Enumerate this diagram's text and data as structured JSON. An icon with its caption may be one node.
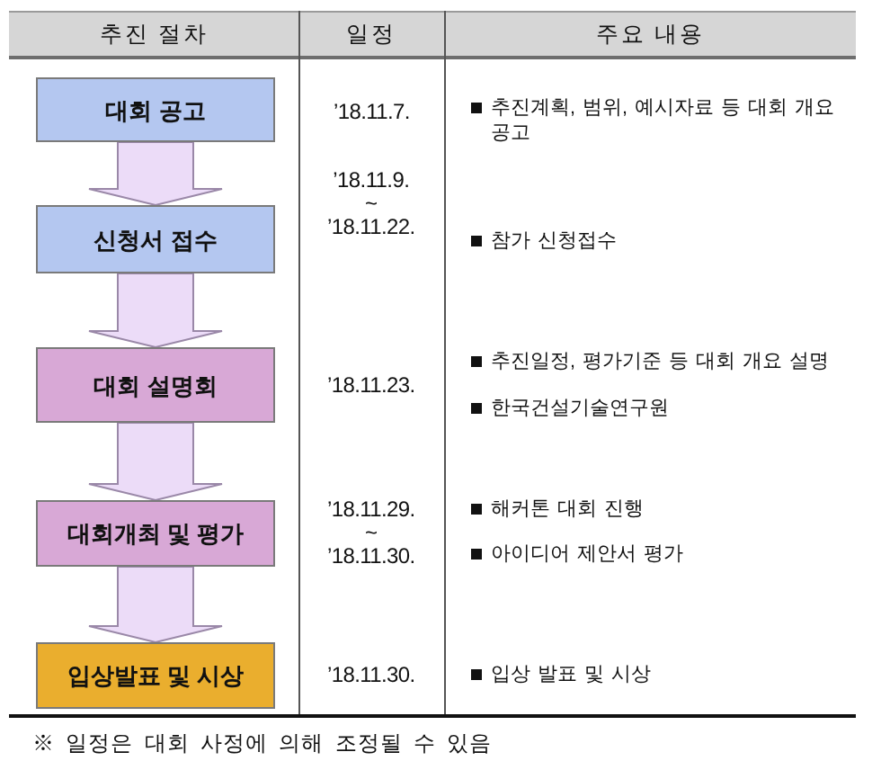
{
  "diagram": {
    "nodes": [
      {
        "text": [
          "대회 공고"
        ]
      },
      {
        "text": [
          "신청서 접수"
        ]
      },
      {
        "text": [
          "대회 설명회"
        ]
      },
      {
        "text": [
          "대회개최 및 평가"
        ]
      },
      {
        "text": [
          "입상발표 및 시상"
        ]
      }
    ],
    "edges": [
      {
        "from": 0,
        "to": 1,
        "arrow": "to"
      },
      {
        "from": 1,
        "to": 2,
        "arrow": "to"
      },
      {
        "from": 2,
        "to": 3,
        "arrow": "to"
      },
      {
        "from": 3,
        "to": 4,
        "arrow": "to"
      }
    ],
    "labels": [
      "추진 절차",
      "일정",
      "주요 내용",
      "’18.11.7.",
      "추진계획, 범위, 예시자료 등 대회 개요 공고",
      "’18.11.9. ~ ’18.11.22.",
      "참가 신청접수",
      "’18.11.23.",
      "추진일정, 평가기준 등 대회 개요 설명",
      "한국건설기술연구원",
      "’18.11.29. ~ ’18.11.30.",
      "해커톤 대회 진행",
      "아이디어 제안서 평가",
      "’18.11.30.",
      "입상 발표 및 시상",
      "※ 일정은 대회 사정에 의해 조정될 수 있음"
    ]
  }
}
